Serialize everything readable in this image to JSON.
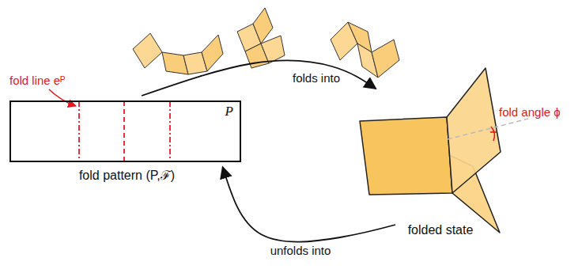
{
  "diagram": {
    "nodes": [
      {
        "text": [
          "P",
          "fold pattern (P,ℱ)"
        ]
      },
      {
        "text": [
          "folded state"
        ]
      }
    ],
    "edges": [
      {
        "from": 0,
        "to": 1,
        "arrow": "to",
        "label": "folds into"
      },
      {
        "from": 1,
        "to": 0,
        "arrow": "to",
        "label": "unfolds into"
      }
    ],
    "labels": [
      "fold line eᴾ",
      "fold angle ϕ"
    ]
  }
}
